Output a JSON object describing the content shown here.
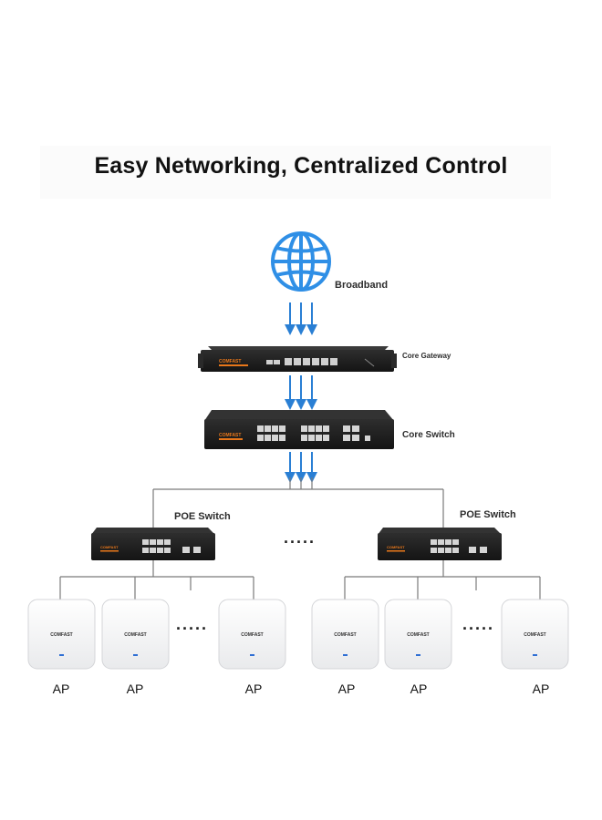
{
  "title": "Easy Networking, Centralized Control",
  "nodes": {
    "broadband": "Broadband",
    "core_gateway": "Core Gateway",
    "core_switch": "Core Switch",
    "poe_switch_left": "POE Switch",
    "poe_switch_right": "POE Switch"
  },
  "brand": "COMFAST",
  "ellipsis": {
    "middle": ".....",
    "left_aps": ".....",
    "right_aps": "....."
  },
  "ap_labels": [
    "AP",
    "AP",
    "AP",
    "AP",
    "AP",
    "AP"
  ],
  "colors": {
    "globe": "#2f8fe6",
    "arrows": "#2a7fd4",
    "device_body": "#1e1e1e",
    "brand": "#e8771a",
    "ap_indicator": "#2f6fd4",
    "connector_lines": "#7a7a7a"
  }
}
